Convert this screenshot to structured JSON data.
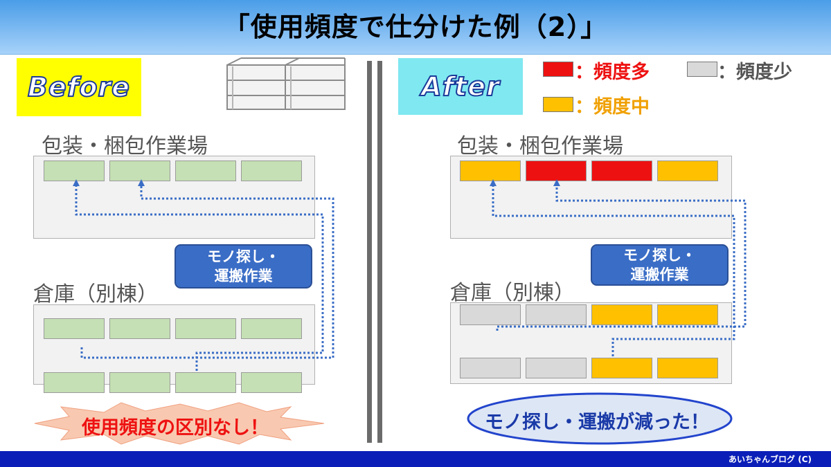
{
  "header": {
    "title": "「使用頻度で仕分けた例（2）」"
  },
  "footer": {
    "credit": "あいちゃんブログ (C)"
  },
  "colors": {
    "high": "#ee1111",
    "mid": "#ffc000",
    "low": "#d9d9d9",
    "none": "#c5e0b4"
  },
  "before": {
    "badge": "Before",
    "packing_label": "包装・梱包作業場",
    "warehouse_label": "倉庫（別棟）",
    "note": {
      "line1": "モノ探し・",
      "line2": "運搬作業"
    },
    "result": "使用頻度の区別なし！"
  },
  "after": {
    "badge": "After",
    "packing_label": "包装・梱包作業場",
    "warehouse_label": "倉庫（別棟）",
    "note": {
      "line1": "モノ探し・",
      "line2": "運搬作業"
    },
    "result": "モノ探し・運搬が減った！",
    "legend": {
      "high": "：頻度多",
      "mid": "：頻度中",
      "low": "：頻度少"
    }
  }
}
